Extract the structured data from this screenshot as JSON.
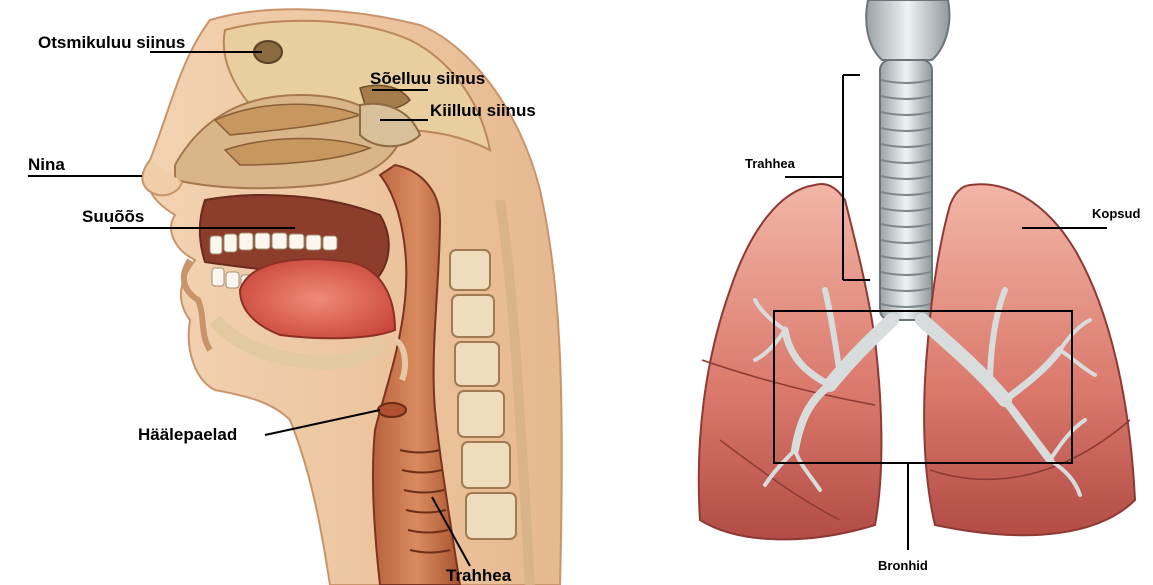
{
  "head_labels": {
    "frontal_sinus": "Otsmikuluu siinus",
    "ethmoid_sinus": "Sõelluu siinus",
    "sphenoid_sinus": "Kiilluu siinus",
    "nose": "Nina",
    "oral_cavity": "Suuõõs",
    "vocal_cords": "Häälepaelad",
    "trachea": "Trahhea"
  },
  "lung_labels": {
    "trachea": "Trahhea",
    "lungs": "Kopsud",
    "bronchi": "Bronhid"
  }
}
